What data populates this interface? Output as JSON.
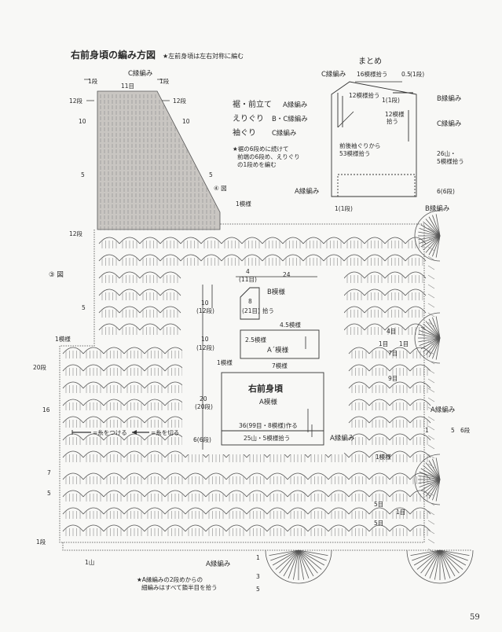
{
  "page": {
    "title": "右前身頃の編み方図",
    "title_note": "★左前身頃は左右対称に編む",
    "page_number": "59"
  },
  "top_panel": {
    "c_edge": "C縁編み",
    "row1_left": "1段",
    "row1_right": "1段",
    "width_label": "11目",
    "r12_left": "12段",
    "r12_right": "12段",
    "r10_left": "10",
    "r10_right": "10",
    "r5_left": "5",
    "r5_right": "5",
    "figure4": "④ 図",
    "pattern1": "1模様",
    "r12_bottom": "12段",
    "figure3": "③ 図"
  },
  "legend_edges": {
    "line1_label": "裾・前立て",
    "line1_value": "A縁編み",
    "line2_label": "えりぐり",
    "line2_value": "B・C縁編み",
    "line3_label": "袖ぐり",
    "line3_value": "C縁編み",
    "note": [
      "★裾の6段めに続けて",
      "前端の6段め、えりぐり",
      "の1段めを編む"
    ]
  },
  "summary": {
    "title": "まとめ",
    "c_edge": "C縁編み",
    "pick16": "16模様拾う",
    "half": "0.5",
    "row1": "(1段)",
    "row1_b": "1(1段)",
    "pick12_v": "12模様拾う",
    "pick12": "12模様",
    "pick12b": "拾う",
    "b_edge": "B縁編み",
    "c_edge2": "C縁編み",
    "armhole": "前後袖ぐりから",
    "pick53": "53模様拾う",
    "r26": "26山・",
    "pick5": "5模様拾う",
    "a_edge": "A縁編み",
    "r6": "6(6段)",
    "r1": "1(1段)"
  },
  "schematic": {
    "w4": "4",
    "w11": "(11目)",
    "w24": "24",
    "b_pattern": "B模様",
    "h8": "8",
    "h21": "(21目)",
    "pick": "拾う",
    "h10a": "10",
    "r12a": "(12段)",
    "pick45": "4.5模様",
    "pick25": "2.5模様",
    "a_prime": "A´模様",
    "h10b": "10",
    "r12b": "(12段)",
    "p1": "1模様",
    "p7": "7模様",
    "panel_title": "右前身頃",
    "panel_pattern": "A模様",
    "h20": "20",
    "r20": "(20段)",
    "make36": "36(99目・8模様)作る",
    "pick25b": "25山・5模様拾う",
    "h6": "6(6段)",
    "a_edge": "A縁編み"
  },
  "symbols": {
    "attach": "=糸をつける",
    "cut": "=糸を切る"
  },
  "side_labels": {
    "p1_left": "1模様",
    "r20": "20段",
    "r16": "16",
    "r7": "7",
    "r5a": "5",
    "r5b": "5",
    "r1": "1段",
    "yama": "1山",
    "b_edge": "B縁編み",
    "r4": "4目",
    "r1a": "1目",
    "r1b": "1目",
    "r7b": "7目",
    "r9": "9目",
    "a_edge_right": "A縁編み",
    "arrow1": "1",
    "r5": "5",
    "r6": "6段",
    "p1_right": "1模様",
    "r5c": "5目",
    "r5d": "5目",
    "r1c": "1目"
  },
  "bottom": {
    "a_edge": "A縁編み",
    "note1": "★A縁編みの2段めからの",
    "note2": "細編みはすべて鎖半目を拾う",
    "s1": "1",
    "s3": "3",
    "s5": "5"
  }
}
